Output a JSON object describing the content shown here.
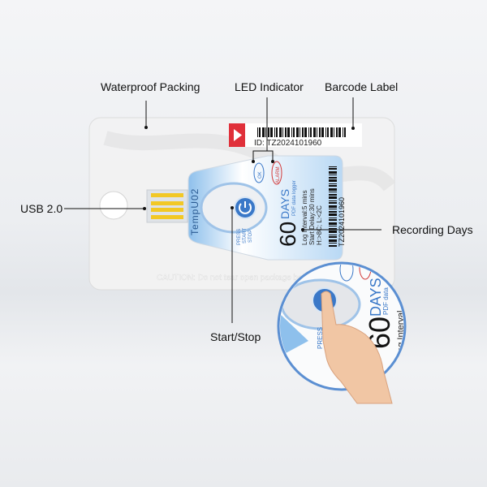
{
  "callouts": {
    "waterproof_packing": "Waterproof Packing",
    "led_indicator": "LED Indicator",
    "barcode_label": "Barcode Label",
    "usb": "USB 2.0",
    "recording_days": "Recording Days",
    "start_stop": "Start/Stop"
  },
  "package": {
    "barcode_id": "ID: TZ2024101960",
    "caution": "CAUTION: Do not tear open package bef"
  },
  "device": {
    "model": "TempU02",
    "led_ok": "OK",
    "led_alarm": "ALARM",
    "press_start_stop": [
      "PRESS",
      "START",
      "STOP"
    ],
    "days_number": "60",
    "days_label": "DAYS",
    "subtitle": "PDF data logger",
    "log_interval": "Log Interval:5 mins",
    "start_delay": "Start Delay:30 mins",
    "thresholds": "H:>8C;   L:<2C",
    "barcode_text": "TZ2024101960"
  },
  "zoom_inset": {
    "days_number": "60",
    "days_label": "DAYS",
    "subtitle": "PDF data",
    "log_interval": "Log Interval",
    "press": "PRESS"
  },
  "colors": {
    "accent_blue": "#3a78c8",
    "led_alarm_red": "#d23a3a",
    "usb_yellow": "#f2c826",
    "label_red": "#e0303a"
  }
}
